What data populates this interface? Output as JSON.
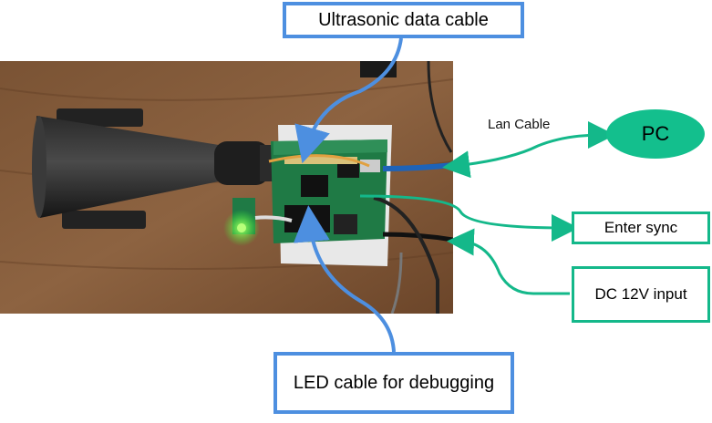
{
  "labels": {
    "ultrasonic": "Ultrasonic data cable",
    "led": "LED cable for debugging",
    "enter_sync": "Enter sync",
    "dc_input": "DC 12V input",
    "pc": "PC",
    "lan": "Lan Cable"
  },
  "colors": {
    "blue_arrow": "#4d8fe0",
    "green_arrow": "#14b88a",
    "pc_fill": "#13bf8d"
  }
}
